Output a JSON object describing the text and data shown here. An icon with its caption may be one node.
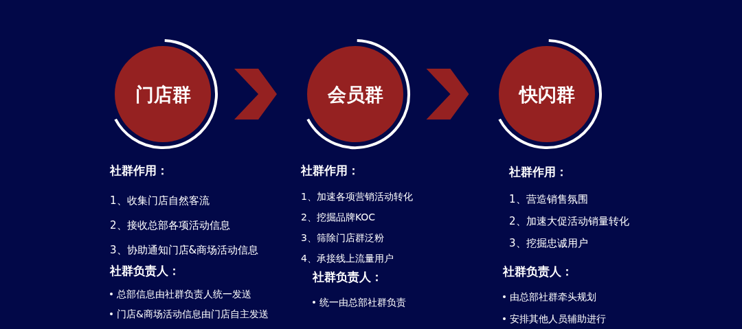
{
  "diagram": {
    "nodes": [
      {
        "text": [
          "门店群"
        ],
        "beside": [
          "社群作用：",
          "1、收集门店自然客流",
          "2、接收总部各项活动信息",
          "3、协助通知门店&商场活动信息",
          "社群负责人：",
          "总部信息由社群负责人统一发送",
          "门店&商场活动信息由门店自主发送"
        ]
      },
      {
        "text": [
          "会员群"
        ],
        "beside": [
          "社群作用：",
          "1、加速各项营销活动转化",
          "2、挖掘品牌KOC",
          "3、筛除门店群泛粉",
          "4、承接线上流量用户",
          "社群负责人：",
          "统一由总部社群负责"
        ]
      },
      {
        "text": [
          "快闪群"
        ],
        "beside": [
          "社群作用：",
          "1、营造销售氛围",
          "2、加速大促活动销量转化",
          "3、挖掘忠诚用户",
          "社群负责人：",
          "由总部社群牵头规划",
          "安排其他人员辅助进行"
        ]
      }
    ],
    "edges": [
      {
        "from": 0,
        "to": 1,
        "arrow": "to"
      },
      {
        "from": 1,
        "to": 2,
        "arrow": "to"
      }
    ]
  }
}
